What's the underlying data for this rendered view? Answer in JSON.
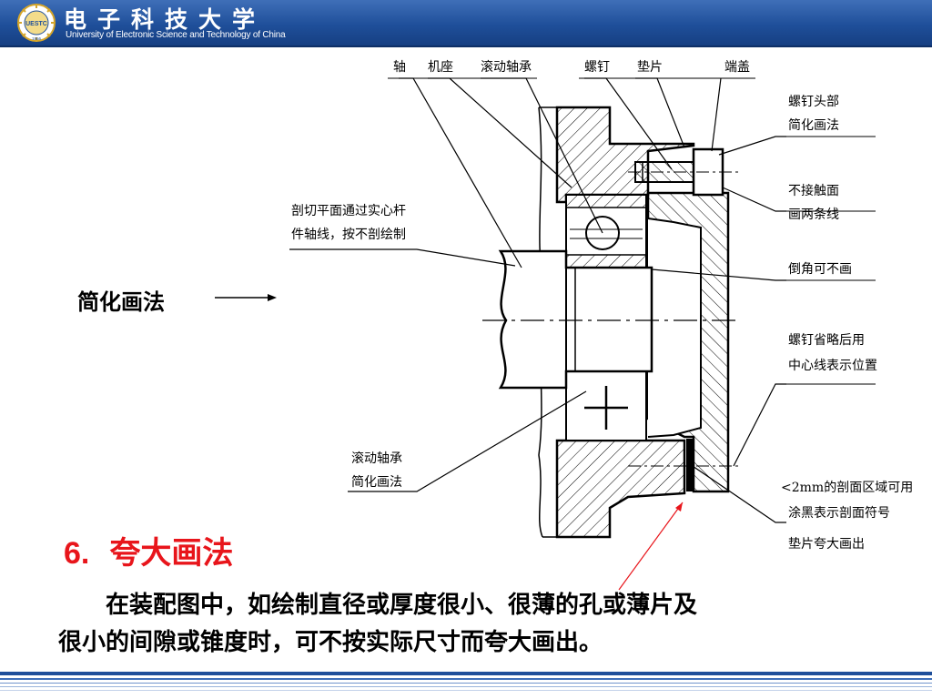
{
  "header": {
    "university_cn": "电子科技大学",
    "university_en": "University of Electronic Science and Technology of China",
    "seal_text": "UESTC",
    "seal_year": "1956",
    "colors": {
      "bar": "#1f4f9a",
      "accent_red": "#e8151b"
    }
  },
  "left_label": {
    "text": "简化画法",
    "arrow": "——→"
  },
  "drawing": {
    "top_labels": [
      "轴",
      "机座",
      "滚动轴承",
      "螺钉",
      "垫片",
      "端盖"
    ],
    "left_note": [
      "剖切平面通过实心杆",
      "件轴线，按不剖绘制"
    ],
    "bearing_note": [
      "滚动轴承",
      "简化画法"
    ],
    "right_notes": [
      [
        "螺钉头部",
        "简化画法"
      ],
      [
        "不接触面",
        "画两条线"
      ],
      [
        "倒角可不画"
      ],
      [
        "螺钉省略后用",
        "中心线表示位置"
      ],
      [
        "<2mm的剖面区域可用",
        "涂黑表示剖面符号"
      ],
      [
        "垫片夸大画出"
      ]
    ]
  },
  "section": {
    "number": "6.",
    "title": "夸大画法"
  },
  "body": {
    "line1": "在装配图中，如绘制直径或厚度很小、很薄的孔或薄片及",
    "line2": "很小的间隙或锥度时，可不按实际尺寸而夸大画出。"
  }
}
